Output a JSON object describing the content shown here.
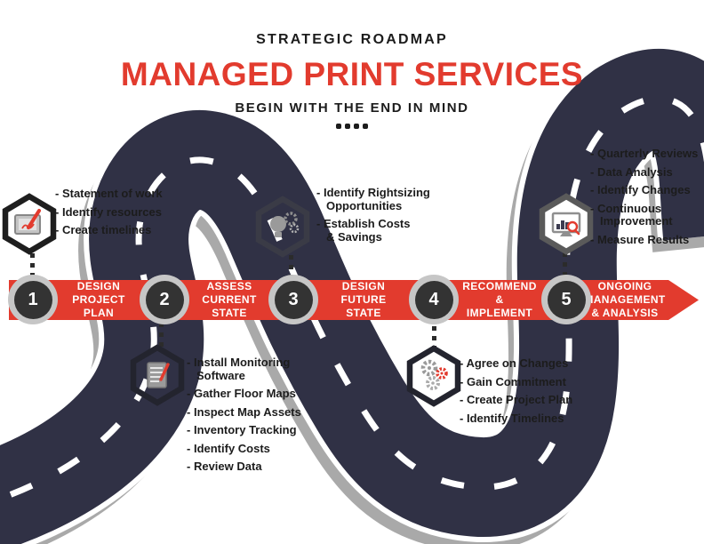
{
  "colors": {
    "red": "#e23b2e",
    "road": "#303145",
    "shadow": "#a9a9a9",
    "ring": "#c6c6c6",
    "circle": "#333333",
    "text": "#1c1c1c"
  },
  "header": {
    "kicker": "STRATEGIC ROADMAP",
    "title": "MANAGED PRINT SERVICES",
    "subtitle": "BEGIN WITH THE END IN MIND"
  },
  "stages": [
    {
      "number": "1",
      "label": "DESIGN\nPROJECT\nPLAN",
      "icon": "sketch-pad-icon",
      "items": [
        "Statement of work",
        "Identify resources",
        "Create timelines"
      ]
    },
    {
      "number": "2",
      "label": "ASSESS\nCURRENT\nSTATE",
      "icon": "checklist-pen-icon",
      "items": [
        "Install Monitoring\nSoftware",
        "Gather Floor Maps",
        "Inspect Map Assets",
        "Inventory Tracking",
        "Identify Costs",
        "Review Data"
      ]
    },
    {
      "number": "3",
      "label": "DESIGN\nFUTURE\nSTATE",
      "icon": "idea-bulb-gears-icon",
      "items": [
        "Identify Rightsizing\nOpportunities",
        "Establish Costs\n& Savings"
      ]
    },
    {
      "number": "4",
      "label": "RECOMMEND\n&\nIMPLEMENT",
      "icon": "gears-icon",
      "items": [
        "Agree on Changes",
        "Gain Commitment",
        "Create Project Plan",
        "Identify Timelines"
      ]
    },
    {
      "number": "5",
      "label": "ONGOING\nMANAGEMENT\n& ANALYSIS",
      "icon": "chart-magnifier-icon",
      "items": [
        "Quarterly Reviews",
        "Data Analysis",
        "Identify Changes",
        "Continuous\nImprovement",
        "Measure Results"
      ]
    }
  ]
}
